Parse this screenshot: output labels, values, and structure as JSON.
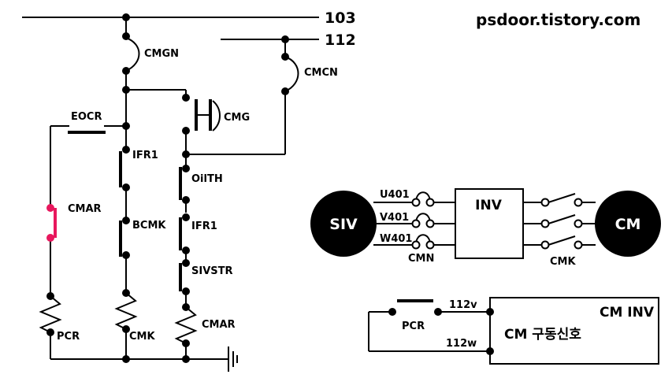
{
  "watermark": "psdoor.tistory.com",
  "buses": {
    "b103": "103",
    "b112": "112"
  },
  "left_circuit": {
    "cmgn": "CMGN",
    "cmcn": "CMCN",
    "cmg": "CMG",
    "eocr": "EOCR",
    "ifr1_a": "IFR1",
    "bcmk": "BCMK",
    "oilth": "OilTH",
    "ifr1_b": "IFR1",
    "sivstr": "SIVSTR",
    "cmar_contact": "CMAR",
    "pcr": "PCR",
    "cmk": "CMK",
    "cmar_coil": "CMAR"
  },
  "inverter_circuit": {
    "siv": "SIV",
    "inv": "INV",
    "cm": "CM",
    "u401": "U401",
    "v401": "V401",
    "w401": "W401",
    "cmn": "CMN",
    "cmk": "CMK"
  },
  "control_circuit": {
    "block_title": "CM INV",
    "block_signal": "CM 구동신호",
    "pcr": "PCR",
    "w112v": "112v",
    "w112w": "112w"
  },
  "colors": {
    "line": "#000000",
    "highlight": "#e8175d",
    "fill_dark": "#000000",
    "fill_light": "#ffffff"
  }
}
